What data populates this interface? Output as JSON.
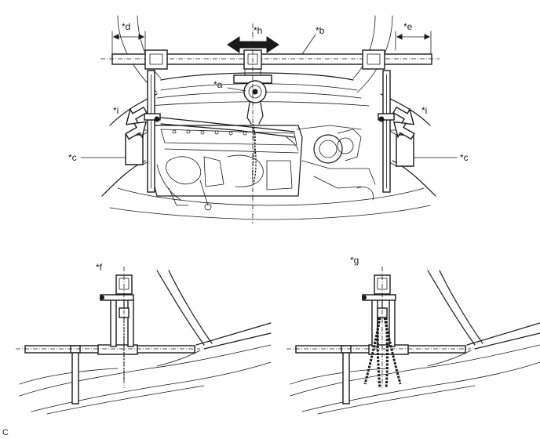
{
  "callouts": {
    "a": "*a",
    "b": "*b",
    "c_left": "*c",
    "c_right": "*c",
    "d": "*d",
    "e": "*e",
    "f": "*f",
    "g": "*g",
    "h": "*h",
    "i_left": "*i",
    "i_right": "*i"
  },
  "figure_code": "C"
}
